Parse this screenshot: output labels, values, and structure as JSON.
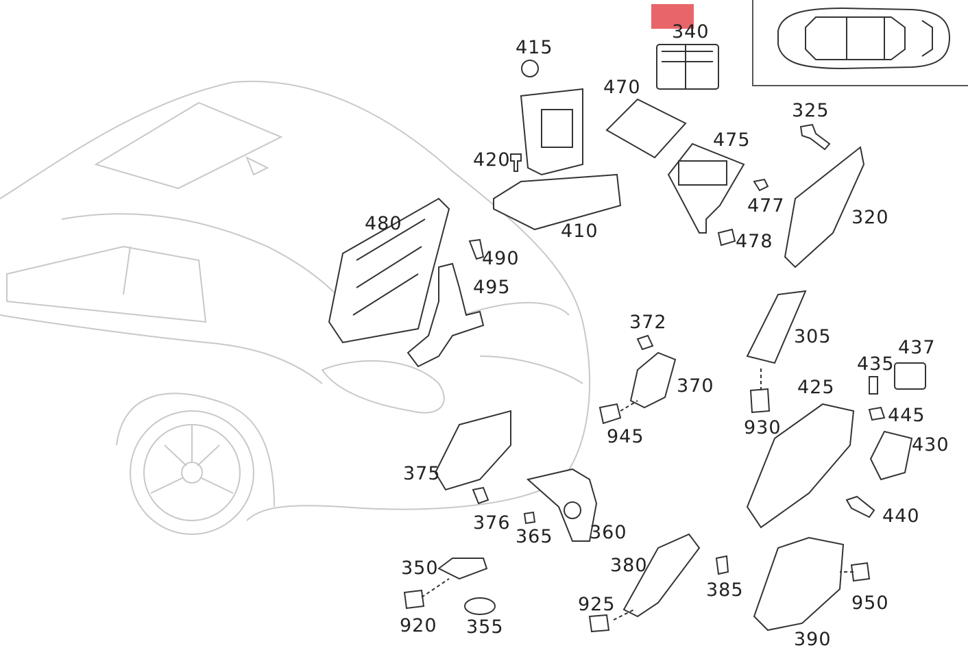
{
  "colors": {
    "ghost_line": "#c8c8c8",
    "part_line": "#333333",
    "label": "#222222",
    "highlight": "#e8666a"
  },
  "labels": {
    "p340": "340",
    "p415": "415",
    "p470": "470",
    "p325": "325",
    "p475": "475",
    "p420": "420",
    "p477": "477",
    "p320": "320",
    "p410": "410",
    "p478": "478",
    "p480": "480",
    "p490": "490",
    "p495": "495",
    "p372": "372",
    "p305": "305",
    "p437": "437",
    "p435": "435",
    "p370": "370",
    "p425": "425",
    "p930": "930",
    "p445": "445",
    "p945": "945",
    "p430": "430",
    "p375": "375",
    "p440": "440",
    "p376": "376",
    "p365": "365",
    "p360": "360",
    "p350": "350",
    "p380": "380",
    "p385": "385",
    "p925": "925",
    "p950": "950",
    "p920": "920",
    "p355": "355",
    "p390": "390"
  },
  "icons": {
    "highlight_marker": "red-highlight-box",
    "inset": "car-top-view-icon"
  }
}
